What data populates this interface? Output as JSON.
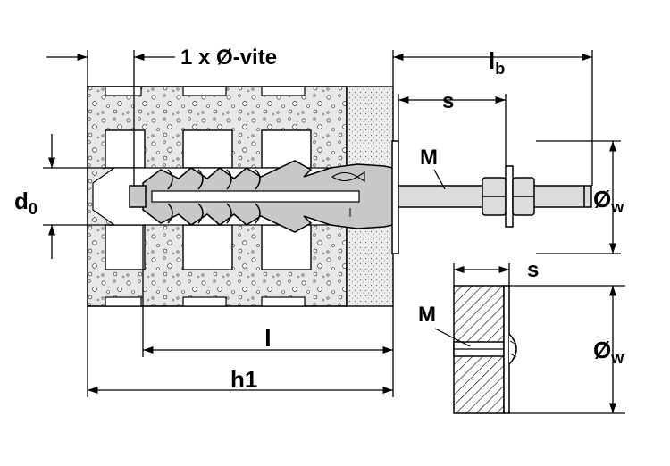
{
  "labels": {
    "vite": "1 x Ø-vite",
    "lb_main": "l",
    "lb_sub": "b",
    "s_top": "s",
    "s_bottom": "s",
    "M_top": "M",
    "M_bottom": "M",
    "d0_main": "d",
    "d0_sub": "0",
    "ow_top_main": "Ø",
    "ow_top_sub": "w",
    "ow_bottom_main": "Ø",
    "ow_bottom_sub": "w",
    "l": "l",
    "h1": "h1"
  },
  "colors": {
    "ink": "#000000",
    "speckle_bg": "#e8e8e8",
    "hollow": "#ffffff",
    "anchor_fill": "#c8c8c8",
    "bolt_fill": "#dcdcdc",
    "fine_block": "#ececec"
  }
}
